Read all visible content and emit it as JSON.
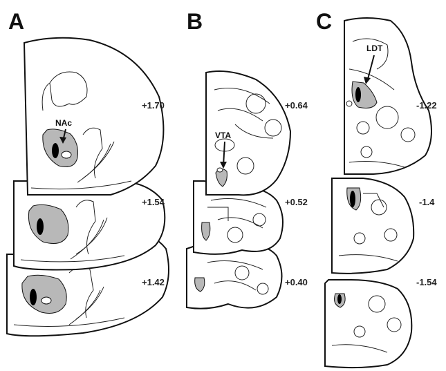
{
  "panels": [
    {
      "letter": "A",
      "region_label": "NAc",
      "sections": [
        "+1.70",
        "+1.54",
        "+1.42"
      ]
    },
    {
      "letter": "B",
      "region_label": "VTA",
      "sections": [
        "+0.64",
        "+0.52",
        "+0.40"
      ]
    },
    {
      "letter": "C",
      "region_label": "LDT",
      "sections": [
        "-1.22",
        "-1.4",
        "-1.54"
      ]
    }
  ],
  "colors": {
    "injection_site_fill": "#b8b8b8",
    "core_fill": "#000000",
    "outline": "#111111"
  }
}
